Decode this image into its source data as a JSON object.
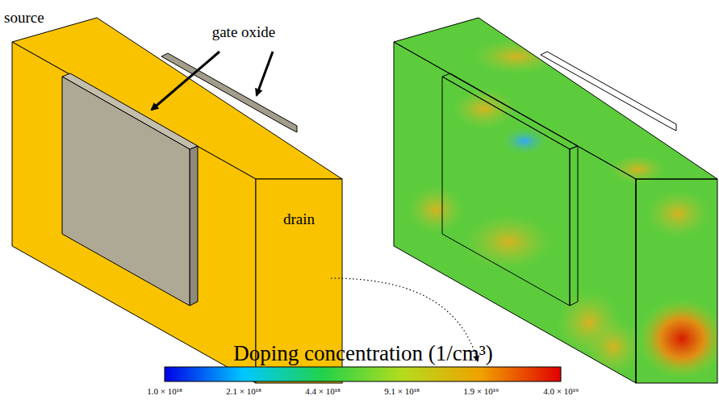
{
  "diagram": {
    "nodes": [
      {
        "text": [
          "drain"
        ]
      }
    ],
    "labels": [
      "source",
      "gate oxide",
      "Doping concentration (1/cm³)",
      "1.0 × 10¹⁸",
      "2.1 × 10¹⁸",
      "4.4 × 10¹⁸",
      "9.1 × 10¹⁸",
      "1.9 × 10¹⁹",
      "4.0 × 10¹⁹"
    ]
  }
}
